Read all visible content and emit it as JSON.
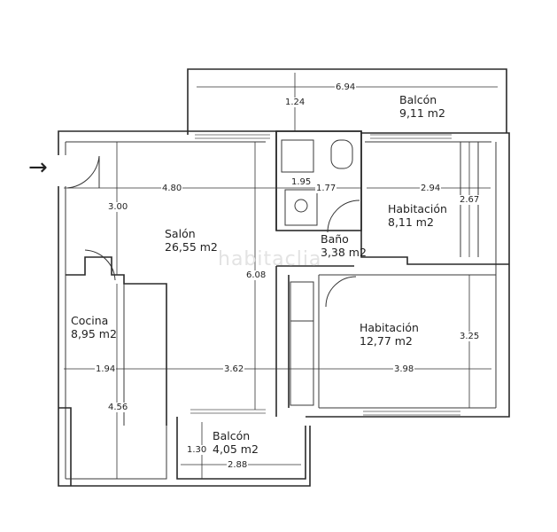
{
  "plan": {
    "watermark": "habitaclia",
    "entry_arrow": "→",
    "rooms": [
      {
        "id": "balcon-top",
        "name": "Balcón",
        "area": "9,11 m2"
      },
      {
        "id": "salon",
        "name": "Salón",
        "area": "26,55 m2"
      },
      {
        "id": "habitacion-1",
        "name": "Habitación",
        "area": "8,11 m2"
      },
      {
        "id": "bano",
        "name": "Baño",
        "area": "3,38 m2"
      },
      {
        "id": "cocina",
        "name": "Cocina",
        "area": "8,95 m2"
      },
      {
        "id": "habitacion-2",
        "name": "Habitación",
        "area": "12,77 m2"
      },
      {
        "id": "balcon-bottom",
        "name": "Balcón",
        "area": "4,05 m2"
      }
    ],
    "dimensions": {
      "balcon_top_width": "6.94",
      "balcon_top_depth": "1.24",
      "salon_width": "4.80",
      "salon_top_depth": "3.00",
      "bano_width_a": "1.95",
      "bano_width_b": "1.77",
      "hab1_width": "2.94",
      "hab1_depth": "2.67",
      "salon_depth": "6.08",
      "cocina_width": "1.94",
      "salon_lower_width": "3.62",
      "hab2_width": "3.98",
      "hab2_depth": "3.25",
      "cocina_depth": "4.56",
      "balcon_bottom_depth": "1.30",
      "balcon_bottom_width": "2.88"
    }
  }
}
